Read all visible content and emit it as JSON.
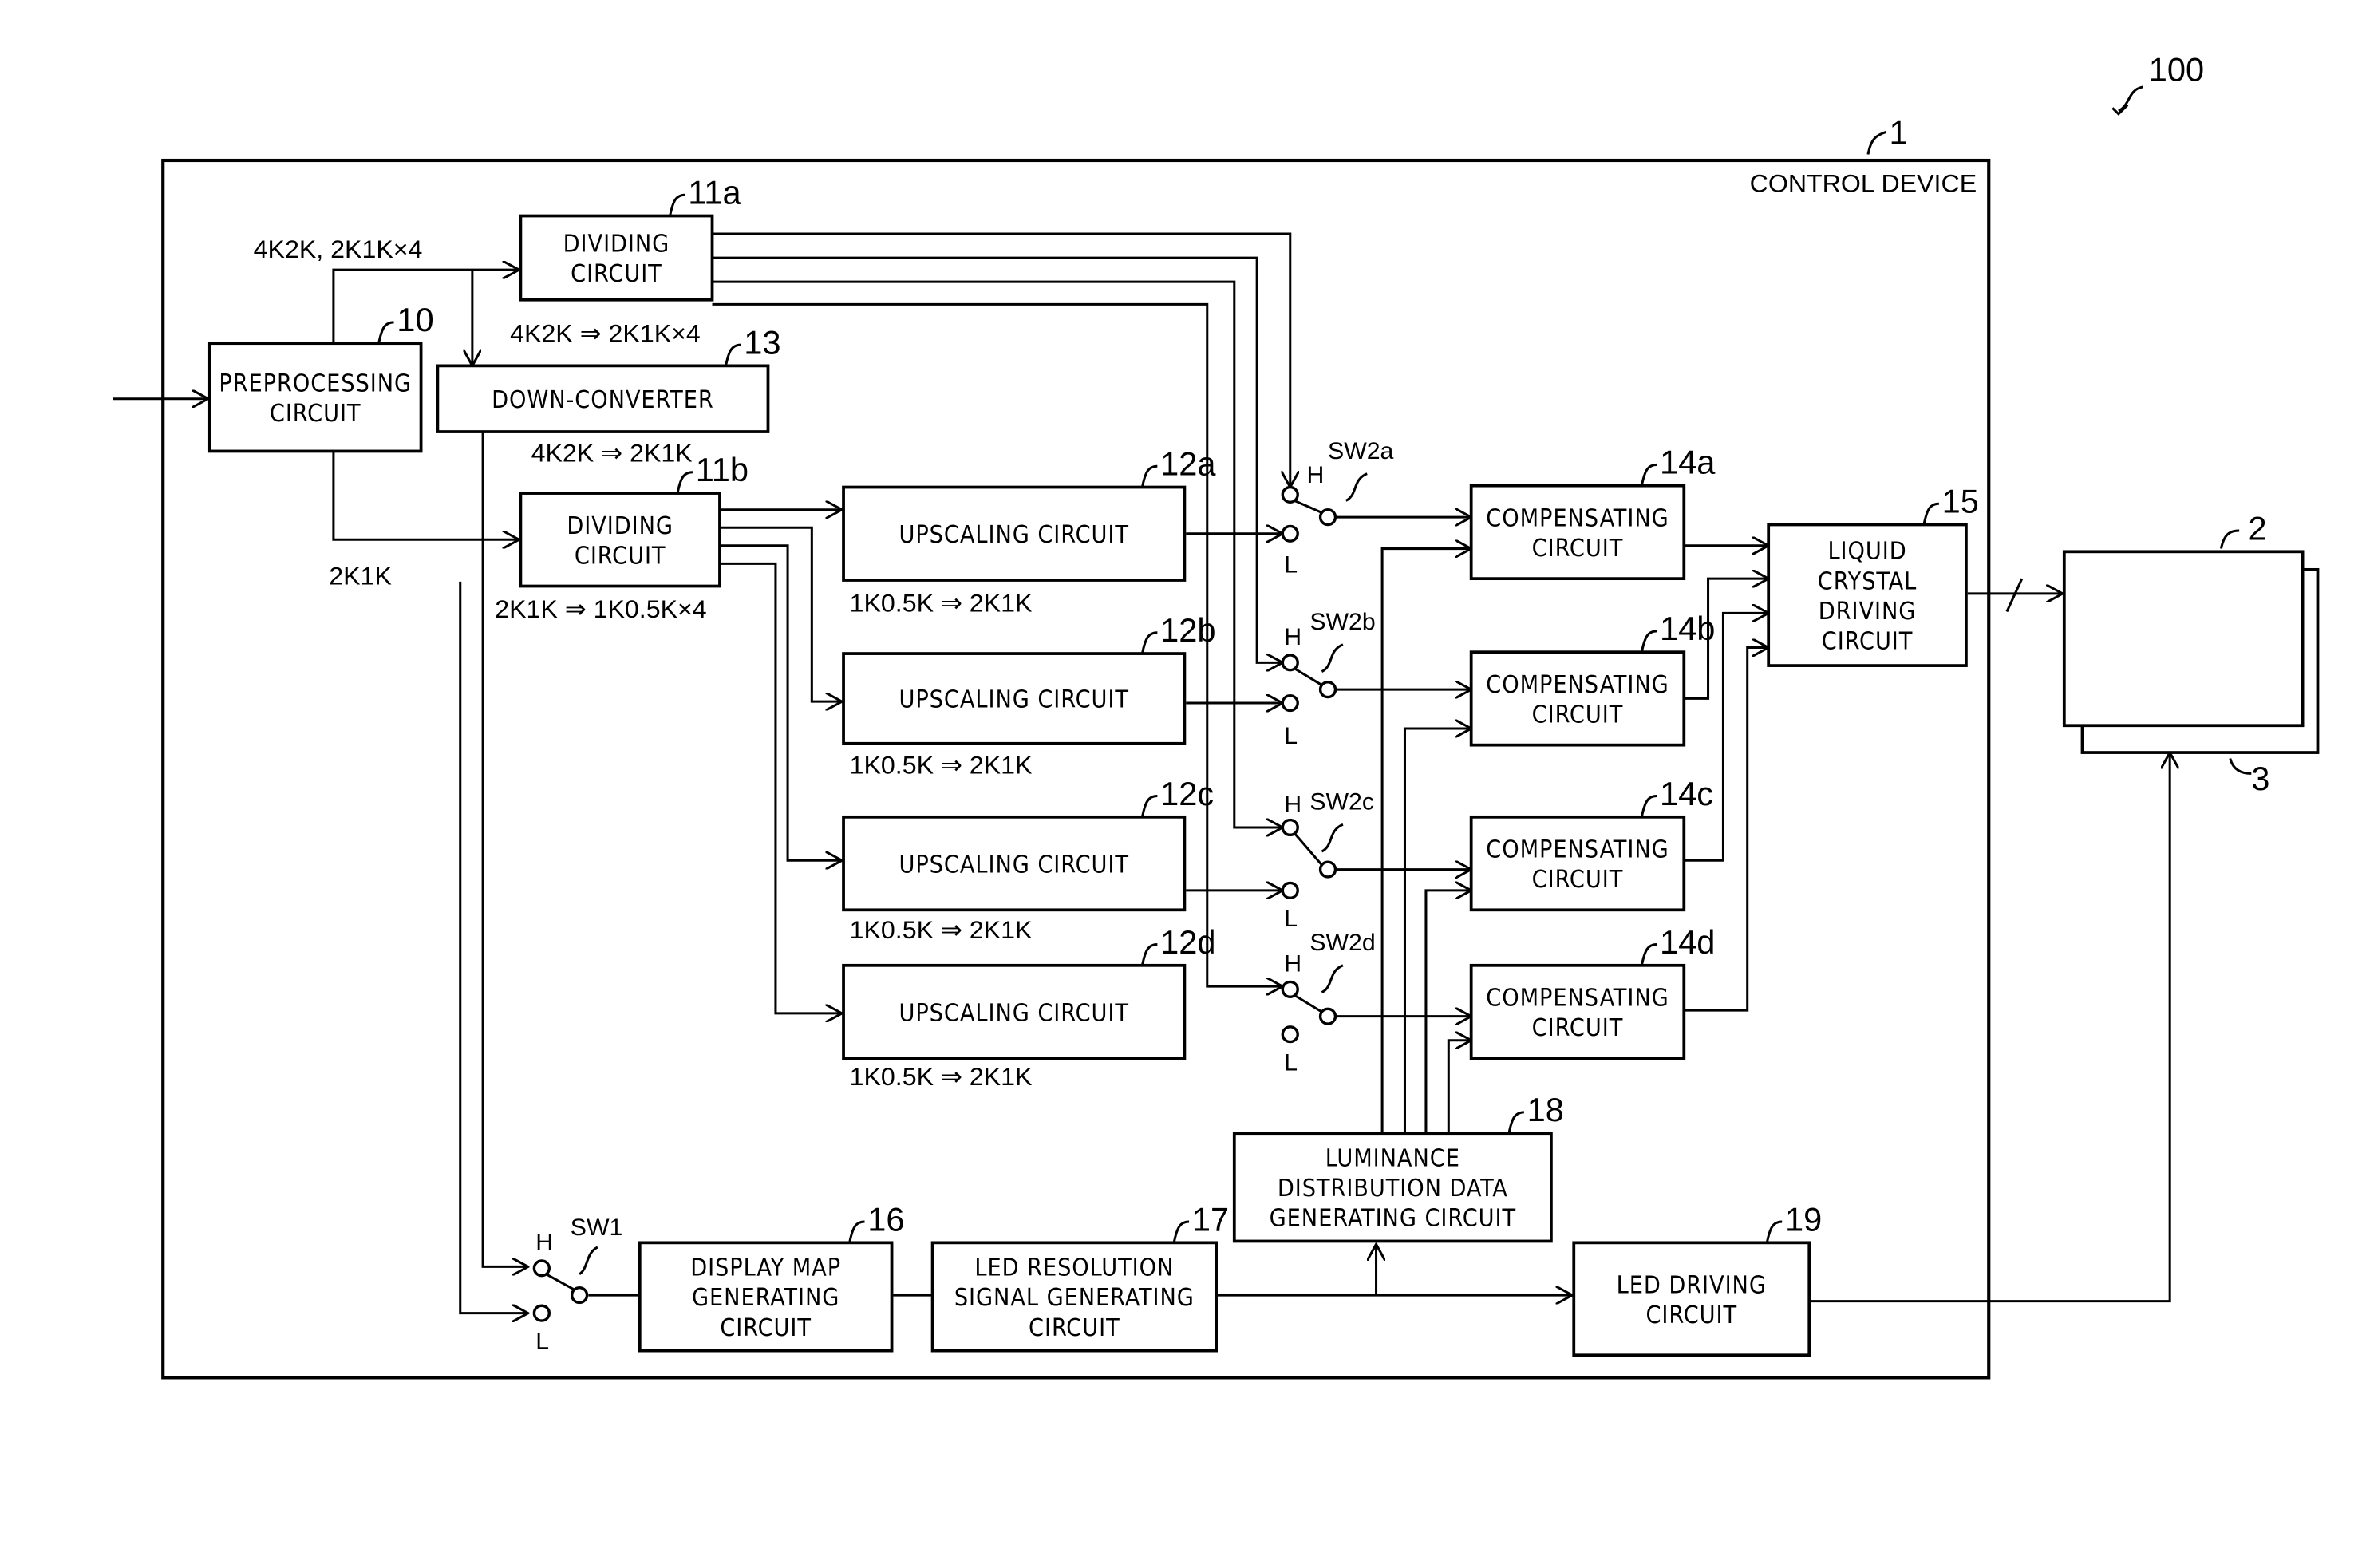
{
  "figure": {
    "system_ref": "100",
    "control_device": {
      "ref": "1",
      "label": "CONTROL DEVICE"
    },
    "blocks": [
      {
        "id": "preprocessing",
        "ref": "10",
        "lines": [
          "PREPROCESSING",
          "CIRCUIT"
        ]
      },
      {
        "id": "dividing-a",
        "ref": "11a",
        "lines": [
          "DIVIDING",
          "CIRCUIT"
        ]
      },
      {
        "id": "dividing-b",
        "ref": "11b",
        "lines": [
          "DIVIDING",
          "CIRCUIT"
        ]
      },
      {
        "id": "down-converter",
        "ref": "13",
        "lines": [
          "DOWN-CONVERTER"
        ]
      },
      {
        "id": "upscaling-a",
        "ref": "12a",
        "lines": [
          "UPSCALING CIRCUIT"
        ]
      },
      {
        "id": "upscaling-b",
        "ref": "12b",
        "lines": [
          "UPSCALING CIRCUIT"
        ]
      },
      {
        "id": "upscaling-c",
        "ref": "12c",
        "lines": [
          "UPSCALING CIRCUIT"
        ]
      },
      {
        "id": "upscaling-d",
        "ref": "12d",
        "lines": [
          "UPSCALING CIRCUIT"
        ]
      },
      {
        "id": "compensating-a",
        "ref": "14a",
        "lines": [
          "COMPENSATING",
          "CIRCUIT"
        ]
      },
      {
        "id": "compensating-b",
        "ref": "14b",
        "lines": [
          "COMPENSATING",
          "CIRCUIT"
        ]
      },
      {
        "id": "compensating-c",
        "ref": "14c",
        "lines": [
          "COMPENSATING",
          "CIRCUIT"
        ]
      },
      {
        "id": "compensating-d",
        "ref": "14d",
        "lines": [
          "COMPENSATING",
          "CIRCUIT"
        ]
      },
      {
        "id": "lc-driving",
        "ref": "15",
        "lines": [
          "LIQUID",
          "CRYSTAL",
          "DRIVING",
          "CIRCUIT"
        ]
      },
      {
        "id": "display-map",
        "ref": "16",
        "lines": [
          "DISPLAY MAP",
          "GENERATING",
          "CIRCUIT"
        ]
      },
      {
        "id": "led-resolution",
        "ref": "17",
        "lines": [
          "LED RESOLUTION",
          "SIGNAL GENERATING",
          "CIRCUIT"
        ]
      },
      {
        "id": "luminance",
        "ref": "18",
        "lines": [
          "LUMINANCE",
          "DISTRIBUTION DATA",
          "GENERATING CIRCUIT"
        ]
      },
      {
        "id": "led-driving",
        "ref": "19",
        "lines": [
          "LED DRIVING",
          "CIRCUIT"
        ]
      },
      {
        "id": "lc-panel",
        "ref": "2",
        "lines": []
      },
      {
        "id": "backlight",
        "ref": "3",
        "lines": []
      }
    ],
    "signal_labels": {
      "pre_to_11a": "4K2K, 2K1K×4",
      "div_11a": "4K2K ⇒ 2K1K×4",
      "down_conv": "4K2K ⇒ 2K1K",
      "pre_to_11b": "2K1K",
      "div_11b": "2K1K ⇒ 1K0.5K×4",
      "up_a": "1K0.5K ⇒ 2K1K",
      "up_b": "1K0.5K ⇒ 2K1K",
      "up_c": "1K0.5K ⇒ 2K1K",
      "up_d": "1K0.5K  ⇒ 2K1K"
    },
    "switches": [
      {
        "id": "SW2a",
        "label": "SW2a",
        "high": "H",
        "low": "L"
      },
      {
        "id": "SW2b",
        "label": "SW2b",
        "high": "H",
        "low": "L"
      },
      {
        "id": "SW2c",
        "label": "SW2c",
        "high": "H",
        "low": "L"
      },
      {
        "id": "SW2d",
        "label": "SW2d",
        "high": "H",
        "low": "L"
      },
      {
        "id": "SW1",
        "label": "SW1",
        "high": "H",
        "low": "L"
      }
    ]
  }
}
